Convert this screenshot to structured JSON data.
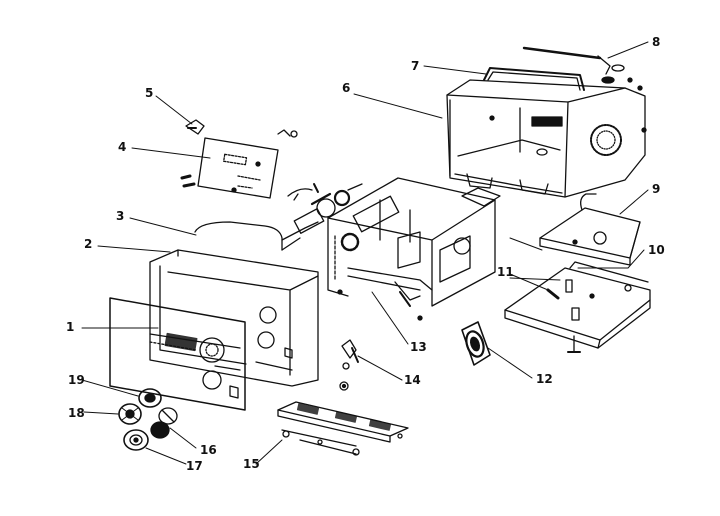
{
  "diagram": {
    "type": "exploded-parts-diagram",
    "ink_color": "#111111",
    "paper_color": "#ffffff",
    "callouts": [
      "1",
      "2",
      "3",
      "4",
      "5",
      "6",
      "7",
      "8",
      "9",
      "10",
      "11",
      "12",
      "13",
      "14",
      "15",
      "16",
      "17",
      "18",
      "19"
    ]
  }
}
